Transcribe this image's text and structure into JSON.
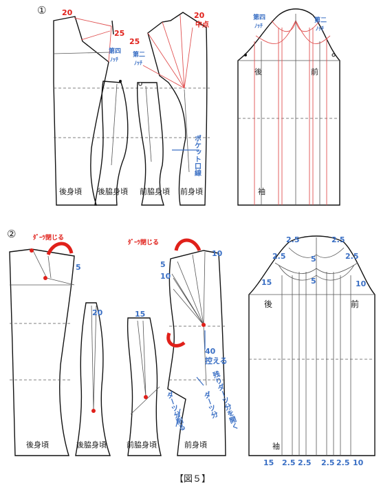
{
  "figure": {
    "caption": "【図５】",
    "step1_marker": "①",
    "step2_marker": "②"
  },
  "panel1": {
    "labels": {
      "num20_left": "20",
      "num25_left": "25",
      "num20_right": "20",
      "midpoint": "中点",
      "num25_mid": "25",
      "fourth_notch": "第四",
      "fourth_notch_sub": "ﾉｯﾁ",
      "second_notch": "第二",
      "second_notch_sub": "ﾉｯﾁ",
      "pocket_line": "ポケット口線",
      "back_body": "後身頃",
      "back_side_body": "後脇身頃",
      "front_side_body": "前脇身頃",
      "front_body": "前身頃"
    },
    "sleeve": {
      "fourth_notch": "第四",
      "fourth_notch_sub": "ﾉｯﾁ",
      "second_notch": "第二",
      "second_notch_sub": "ﾉｯﾁ",
      "back": "後",
      "front": "前",
      "sleeve": "袖"
    }
  },
  "panel2": {
    "labels": {
      "dart_close_left": "ﾀﾞｰﾂ閉じる",
      "dart_close_right": "ﾀﾞｰﾂ閉じる",
      "num5_a": "5",
      "num5_b": "5",
      "num10_a": "10",
      "num10_b": "10",
      "num20": "20",
      "num15": "15",
      "num40": "40",
      "reserve": "控える",
      "open_remaining": "残りダーツ分を開く",
      "dart_amount": "ダーツ分",
      "cut_dart": "ダーツ分削る",
      "back_body": "後身頃",
      "back_side_body": "後脇身頃",
      "front_side_body": "前脇身頃",
      "front_body": "前身頃"
    },
    "sleeve": {
      "top_left": "2.5",
      "top_right": "2.5",
      "mid_left": "2.5",
      "mid_right": "2.5",
      "center_top": "5",
      "center_bottom": "5",
      "side_left": "15",
      "side_right": "10",
      "back": "後",
      "front": "前",
      "sleeve": "袖",
      "bottom": [
        "15",
        "2.5",
        "2.5",
        "2.5",
        "2.5",
        "10"
      ]
    }
  }
}
